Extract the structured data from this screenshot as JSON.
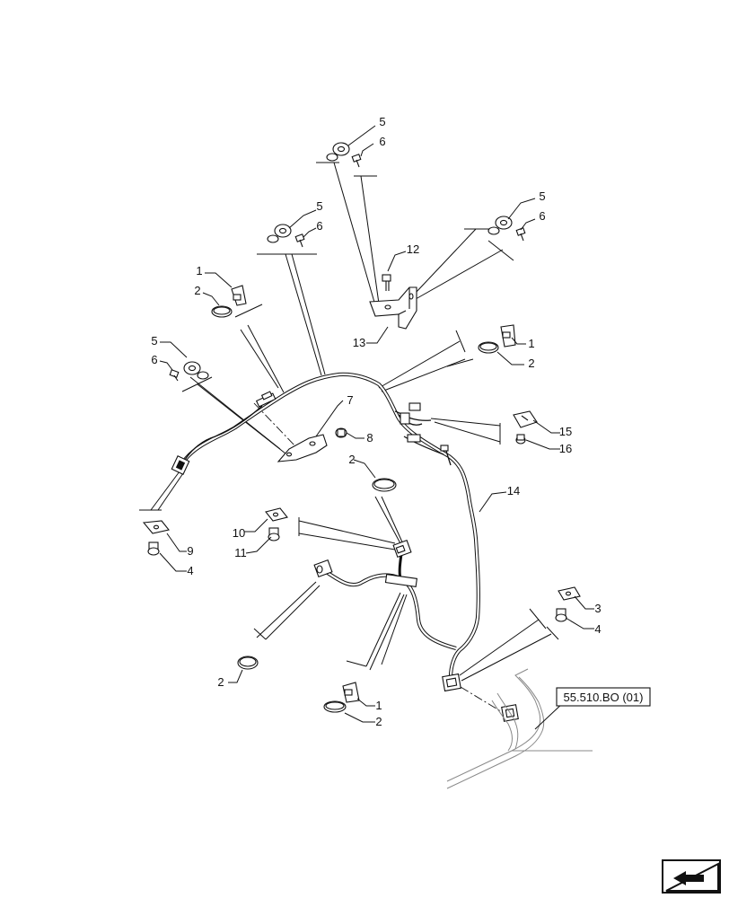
{
  "callouts": [
    {
      "id": "c5a",
      "text": "5"
    },
    {
      "id": "c6a",
      "text": "6"
    },
    {
      "id": "c5b",
      "text": "5"
    },
    {
      "id": "c6b",
      "text": "6"
    },
    {
      "id": "c5c",
      "text": "5"
    },
    {
      "id": "c6c",
      "text": "6"
    },
    {
      "id": "c12",
      "text": "12"
    },
    {
      "id": "c13",
      "text": "13"
    },
    {
      "id": "c1a",
      "text": "1"
    },
    {
      "id": "c2a",
      "text": "2"
    },
    {
      "id": "c1b",
      "text": "1"
    },
    {
      "id": "c2b",
      "text": "2"
    },
    {
      "id": "c5d",
      "text": "5"
    },
    {
      "id": "c6d",
      "text": "6"
    },
    {
      "id": "c7",
      "text": "7"
    },
    {
      "id": "c8",
      "text": "8"
    },
    {
      "id": "c15",
      "text": "15"
    },
    {
      "id": "c16",
      "text": "16"
    },
    {
      "id": "c2c",
      "text": "2"
    },
    {
      "id": "c14",
      "text": "14"
    },
    {
      "id": "c9",
      "text": "9"
    },
    {
      "id": "c4a",
      "text": "4"
    },
    {
      "id": "c10",
      "text": "10"
    },
    {
      "id": "c11",
      "text": "11"
    },
    {
      "id": "c3",
      "text": "3"
    },
    {
      "id": "c4b",
      "text": "4"
    },
    {
      "id": "c2d",
      "text": "2"
    },
    {
      "id": "c1c",
      "text": "1"
    },
    {
      "id": "c2e",
      "text": "2"
    }
  ],
  "reference": {
    "text": "55.510.BO (01)"
  },
  "nav_icon": "next-page-arrow-icon"
}
